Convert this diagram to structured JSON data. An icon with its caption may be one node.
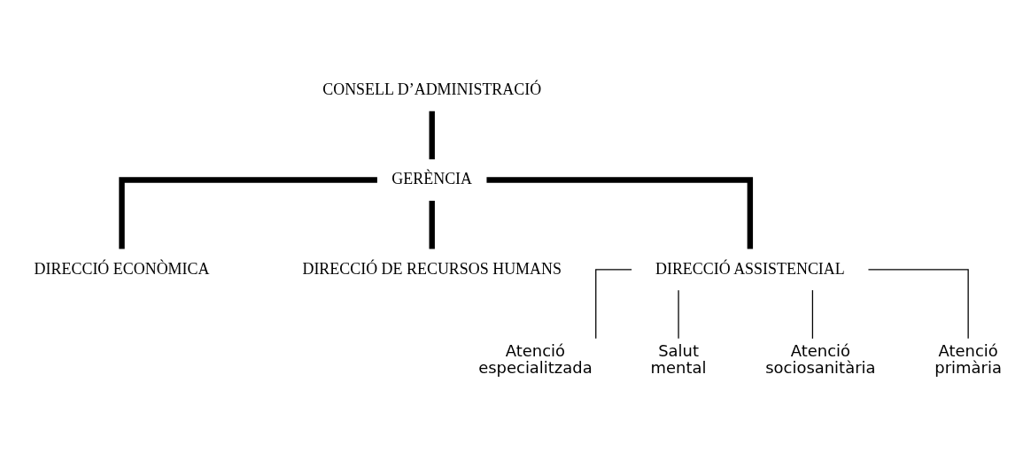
{
  "diagram": {
    "nodes": [
      {
        "text": [
          "CONSELL D’ADMINISTRACIÓ"
        ]
      },
      {
        "text": [
          "GERÈNCIA"
        ]
      },
      {
        "text": [
          "DIRECCIÓ ECONÒMICA"
        ]
      },
      {
        "text": [
          "DIRECCIÓ DE RECURSOS HUMANS"
        ]
      },
      {
        "text": [
          "DIRECCIÓ ASSISTENCIAL"
        ]
      },
      {
        "text": [
          "Atenció especialitzada"
        ]
      },
      {
        "text": [
          "Salut mental"
        ]
      },
      {
        "text": [
          "Atenció sociosanitària"
        ]
      },
      {
        "text": [
          "Atenció primària"
        ]
      }
    ],
    "edges": [
      {
        "from": 0,
        "to": 1,
        "arrow": "none",
        "style": "thick"
      },
      {
        "from": 1,
        "to": 2,
        "arrow": "none",
        "style": "thick"
      },
      {
        "from": 1,
        "to": 3,
        "arrow": "none",
        "style": "thick"
      },
      {
        "from": 1,
        "to": 4,
        "arrow": "none",
        "style": "thick"
      },
      {
        "from": 4,
        "to": 5,
        "arrow": "none"
      },
      {
        "from": 4,
        "to": 6,
        "arrow": "none"
      },
      {
        "from": 4,
        "to": 7,
        "arrow": "none"
      },
      {
        "from": 4,
        "to": 8,
        "arrow": "none"
      }
    ]
  }
}
